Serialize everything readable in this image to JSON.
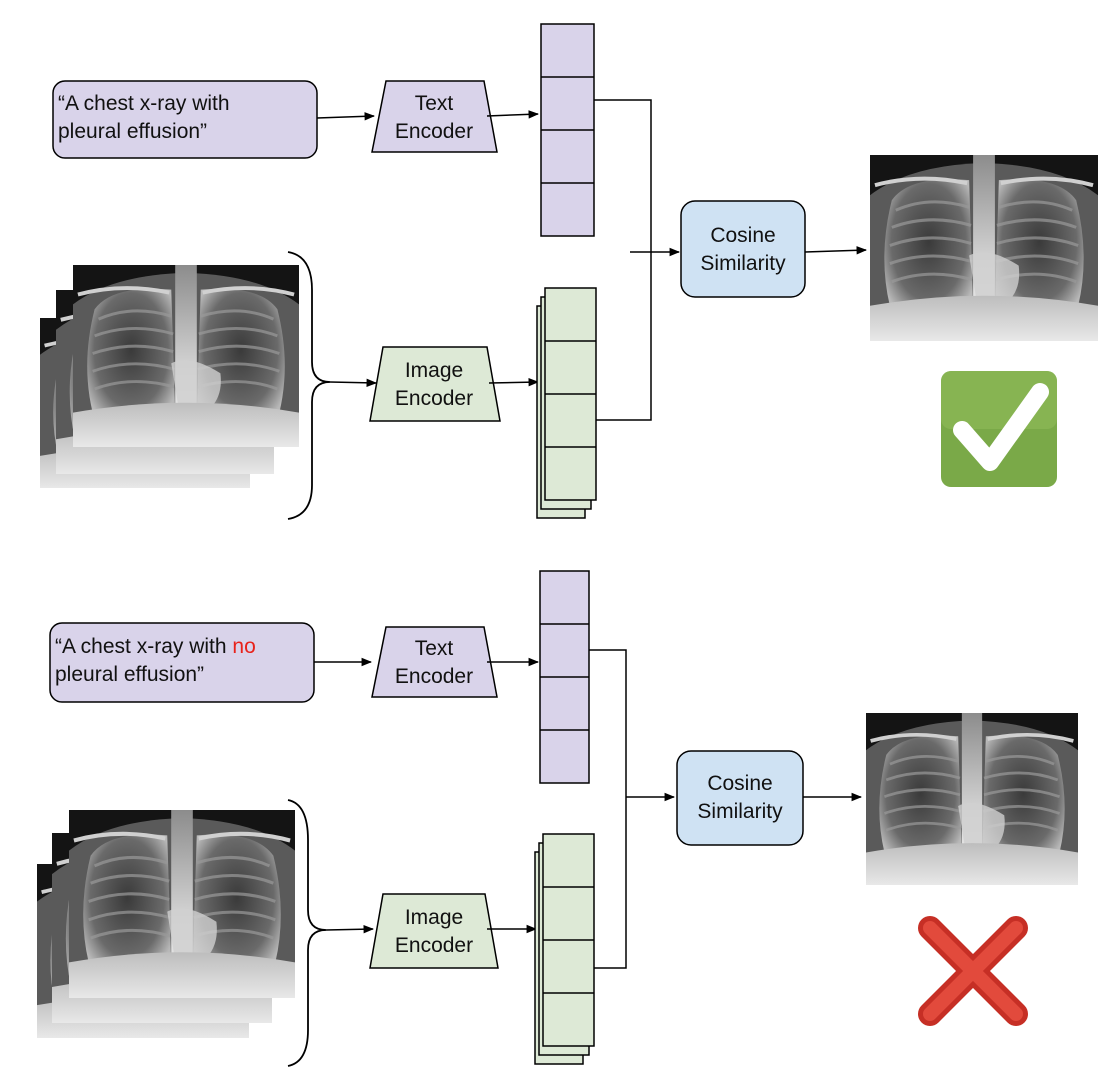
{
  "colors": {
    "text_block": "#d9d3ea",
    "image_block": "#dde9d6",
    "similarity_block": "#cfe2f3",
    "negation_highlight": "#e8221b",
    "check_green": "#7aa948",
    "cross_red": "#d93a2e"
  },
  "panels": [
    {
      "outcome": "match",
      "outcome_icon": "check-mark-icon",
      "prompt": {
        "line1": "“A chest x-ray with",
        "highlight": "",
        "line2": "pleural effusion”"
      },
      "text_encoder": {
        "line1": "Text",
        "line2": "Encoder"
      },
      "image_encoder": {
        "line1": "Image",
        "line2": "Encoder"
      },
      "similarity": {
        "line1": "Cosine",
        "line2": "Similarity"
      }
    },
    {
      "outcome": "no-match",
      "outcome_icon": "cross-mark-icon",
      "prompt": {
        "line1": "“A chest x-ray with ",
        "highlight": "no",
        "line2": "pleural effusion”"
      },
      "text_encoder": {
        "line1": "Text",
        "line2": "Encoder"
      },
      "image_encoder": {
        "line1": "Image",
        "line2": "Encoder"
      },
      "similarity": {
        "line1": "Cosine",
        "line2": "Similarity"
      }
    }
  ]
}
